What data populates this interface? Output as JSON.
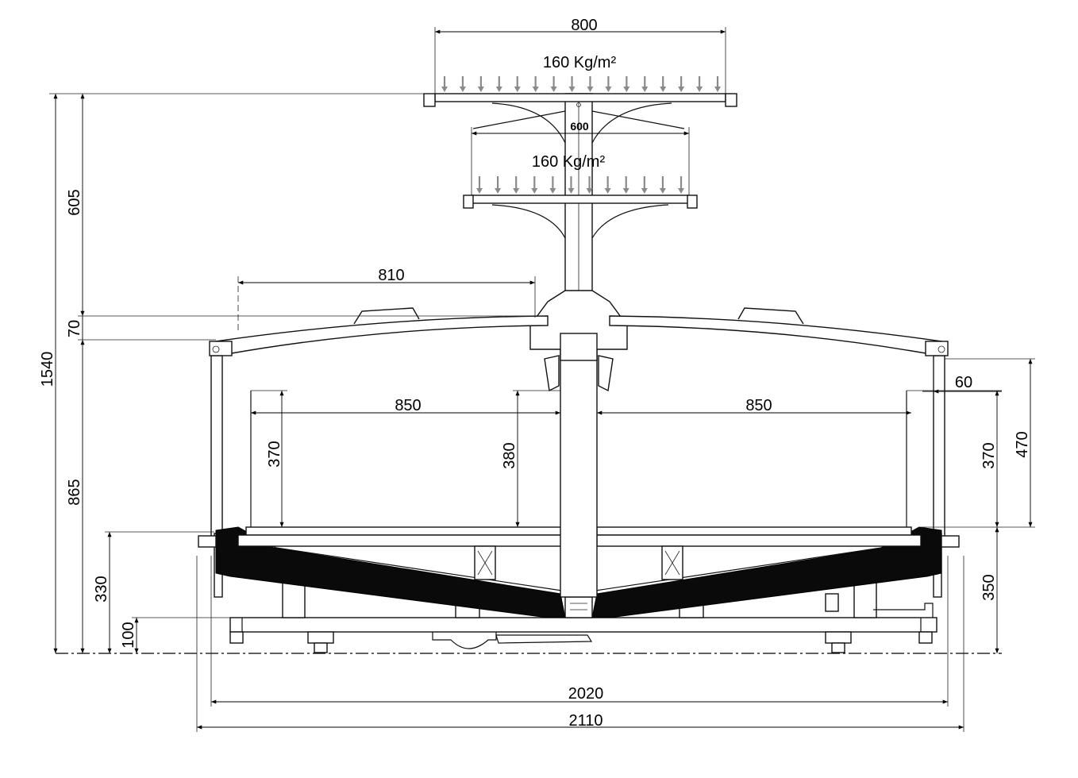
{
  "load_labels": {
    "upper_shelf": "160 Kg/m²",
    "lower_shelf": "160 Kg/m²"
  },
  "dimensions": {
    "upper_shelf_width": "800",
    "lower_shelf_width": "600",
    "canopy_half_width": "810",
    "left_well_width": "850",
    "right_well_width": "850",
    "right_wall": "60",
    "total_height": "1540",
    "column_height": "605",
    "canopy_rise": "70",
    "case_height": "865",
    "base_height": "330",
    "foot_height": "100",
    "left_well_depth": "370",
    "center_well_depth": "380",
    "right_well_depth": "370",
    "right_outer_depth": "470",
    "right_base_height": "350",
    "inner_width": "2020",
    "outer_width": "2110"
  },
  "colors": {
    "line": "#111111",
    "insulation": "#0a0a0a",
    "load_arrows": "#8a8a8a"
  }
}
